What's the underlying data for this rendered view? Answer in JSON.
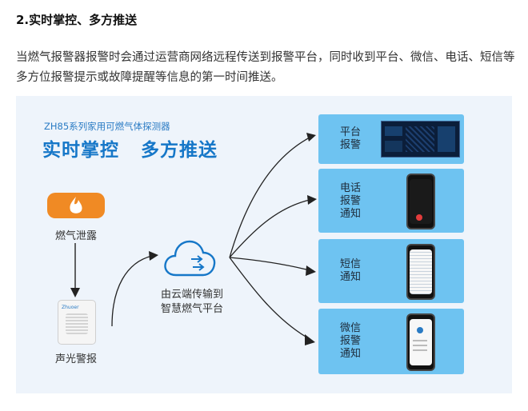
{
  "section": {
    "title": "2.实时掌控、多方推送"
  },
  "intro": "当燃气报警器报警时会通过运营商网络远程传送到报警平台，同时收到平台、微信、电话、短信等多方位报警提示或故障提醒等信息的第一时间推送。",
  "figure": {
    "subtitle": "ZH85系列家用可燃气体探测器",
    "title": "实时掌控   多方推送",
    "gas_leak_label": "燃气泄露",
    "alarm_label": "声光警报",
    "cloud_label_line1": "由云端传输到",
    "cloud_label_line2": "智慧燃气平台",
    "device_brand": "Zhuoer",
    "panels": [
      {
        "line1": "平台",
        "line2": "报警",
        "line3": ""
      },
      {
        "line1": "电话",
        "line2": "报警",
        "line3": "通知"
      },
      {
        "line1": "短信",
        "line2": "通知",
        "line3": ""
      },
      {
        "line1": "微信",
        "line2": "报警",
        "line3": "通知"
      }
    ],
    "colors": {
      "accent": "#1677c8",
      "orange": "#f08a24",
      "panel": "#6ec3f1",
      "background": "#eef4fb"
    }
  }
}
